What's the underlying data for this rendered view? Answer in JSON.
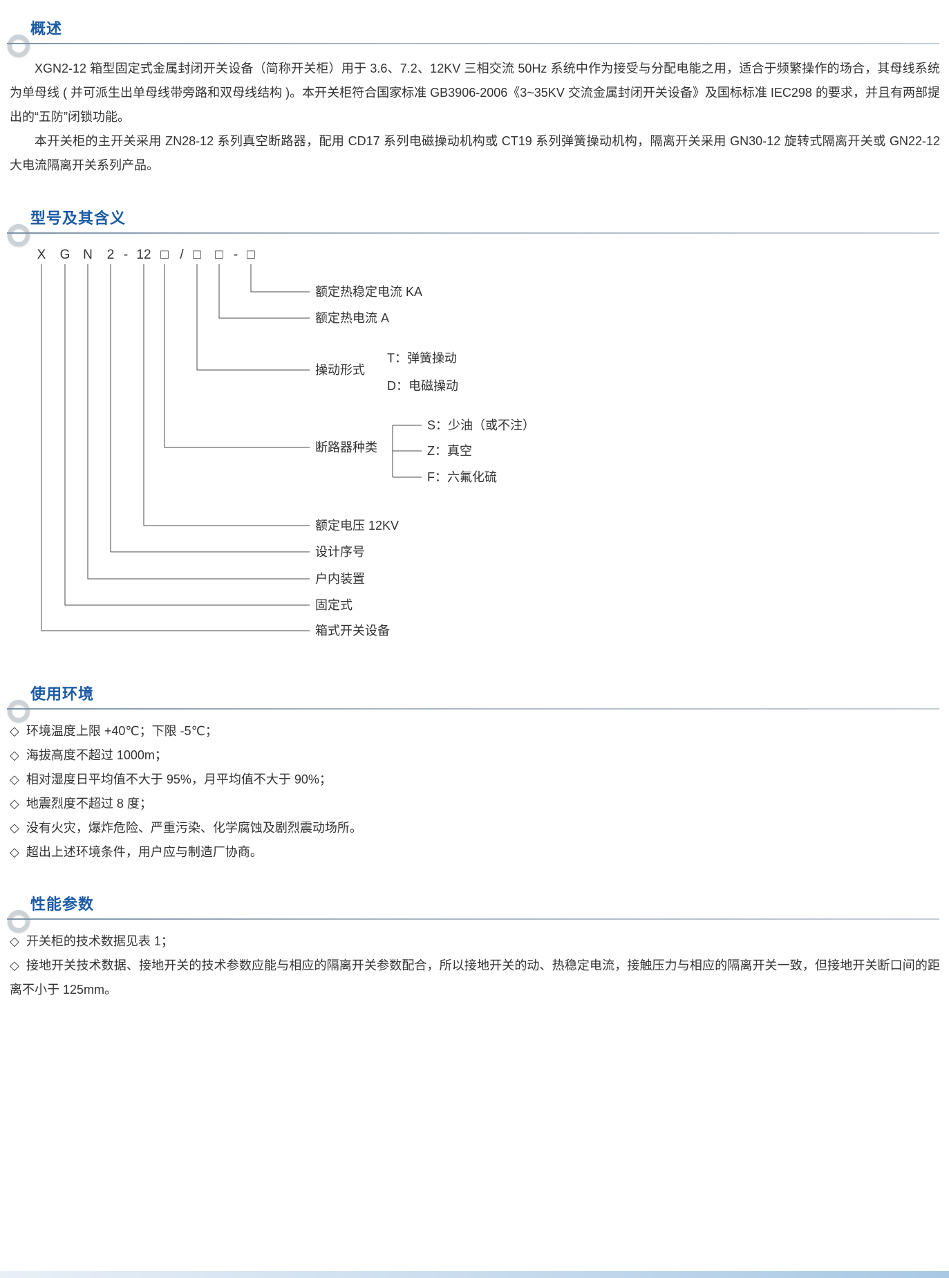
{
  "page": {
    "accent_color": "#1b5aa5",
    "text_color": "#333333",
    "background": "#ffffff"
  },
  "sections": {
    "overview": {
      "title": "概述",
      "para1": "XGN2-12 箱型固定式金属封闭开关设备（简称开关柜）用于 3.6、7.2、12KV 三相交流 50Hz 系统中作为接受与分配电能之用，适合于频繁操作的场合，其母线系统为单母线 ( 并可派生出单母线带旁路和双母线结构 )。本开关柜符合国家标准 GB3906-2006《3~35KV 交流金属封闭开关设备》及国标标准 IEC298 的要求，并且有两部提出的“五防”闭锁功能。",
      "para2": "本开关柜的主开关采用 ZN28-12 系列真空断路器，配用 CD17 系列电磁操动机构或 CT19 系列弹簧操动机构，隔离开关采用 GN30-12 旋转式隔离开关或 GN22-12 大电流隔离开关系列产品。"
    },
    "model": {
      "title": "型号及其含义",
      "code_chars": [
        "X",
        "G",
        "N",
        "2",
        "-",
        "12",
        "□",
        "/",
        "□",
        "□",
        "-",
        "□"
      ],
      "labels": {
        "thermal_stability": "额定热稳定电流 KA",
        "thermal_current": "额定热电流 A",
        "operating_mode": "操动形式",
        "operating_mode_options": [
          "T：弹簧操动",
          "D：电磁操动"
        ],
        "breaker_type": "断路器种类",
        "breaker_type_options": [
          "S：少油（或不注）",
          "Z：真空",
          "F：六氟化硫"
        ],
        "rated_voltage": "额定电压 12KV",
        "design_serial": "设计序号",
        "indoor_device": "户内装置",
        "fixed_type": "固定式",
        "box_switchgear": "箱式开关设备"
      }
    },
    "environment": {
      "title": "使用环境",
      "bullet": "◇",
      "items": [
        "环境温度上限 +40℃；下限 -5℃；",
        "海拔高度不超过 1000m；",
        "相对湿度日平均值不大于 95%，月平均值不大于 90%；",
        "地震烈度不超过 8 度；",
        "没有火灾，爆炸危险、严重污染、化学腐蚀及剧烈震动场所。",
        "超出上述环境条件，用户应与制造厂协商。"
      ]
    },
    "performance": {
      "title": "性能参数",
      "bullet": "◇",
      "items": [
        "开关柜的技术数据见表 1；",
        "接地开关技术数据、接地开关的技术参数应能与相应的隔离开关参数配合，所以接地开关的动、热稳定电流，接触压力与相应的隔离开关一致，但接地开关断口间的距离不小于 125mm。"
      ]
    }
  }
}
